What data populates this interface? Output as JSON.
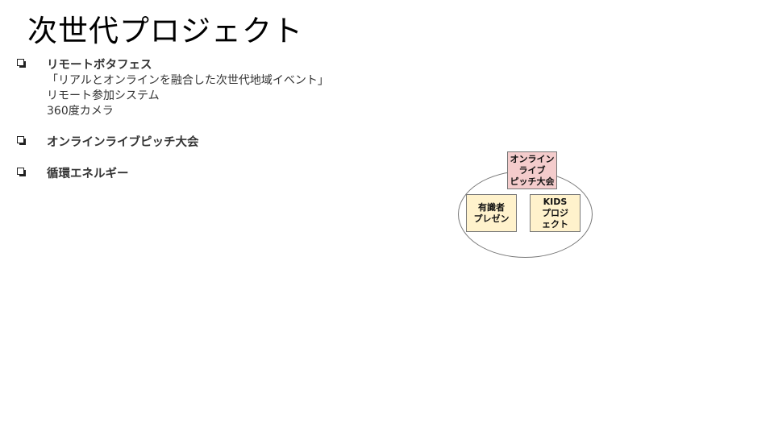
{
  "slide": {
    "title": "次世代プロジェクト",
    "items": [
      {
        "title": "リモートボタフェス",
        "details": [
          "「リアルとオンラインを融合した次世代地域イベント」",
          "リモート参加システム",
          "360度カメラ"
        ]
      },
      {
        "title": "オンラインライブピッチ大会"
      },
      {
        "title": "循環エネルギー"
      }
    ]
  },
  "diagram": {
    "top_box": "オンライン\nライブ\nピッチ大会",
    "left_box": "有識者\nプレゼン",
    "right_box": "KIDS\nプロジ\nェクト",
    "colors": {
      "top_box": "#f4cccc",
      "side_boxes": "#fff2cc"
    }
  }
}
